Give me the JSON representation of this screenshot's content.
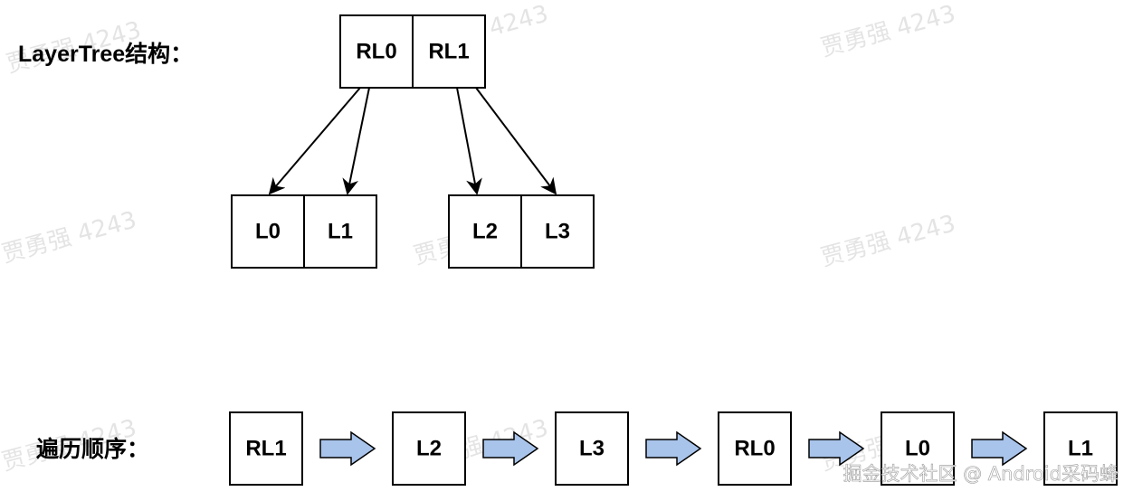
{
  "labels": {
    "structure": "LayerTree结构：",
    "order": "遍历顺序："
  },
  "tree": {
    "root": [
      "RL0",
      "RL1"
    ],
    "left_children": [
      "L0",
      "L1"
    ],
    "right_children": [
      "L2",
      "L3"
    ]
  },
  "traversal": [
    "RL1",
    "L2",
    "L3",
    "RL0",
    "L0",
    "L1"
  ],
  "watermark": "贾勇强 4243",
  "credit": "掘金技术社区 @ Android采码蜂",
  "colors": {
    "flow_arrow_fill": "#a9c4eb",
    "stroke": "#000000",
    "watermark": "#e4e4e4"
  }
}
